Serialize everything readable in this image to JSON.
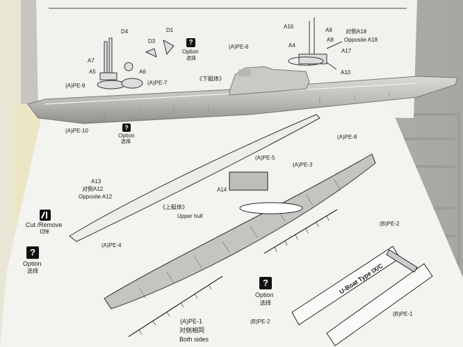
{
  "labels": {
    "d4": "D4",
    "d1": "D1",
    "d3": "D3",
    "a7": "A7",
    "a5": "A5",
    "a6": "A6",
    "pe9": "(A)PE-9",
    "pe7": "(A)PE-7",
    "pe6": "(A)PE-6",
    "option_top": "Option",
    "option_top_cn": "选择",
    "lower_hull_cn": "《下艇体》",
    "a16": "A16",
    "a4": "A4",
    "a9": "A9",
    "a8": "A8",
    "opp_a18_cn": "对侧A18",
    "opp_a18": "Opposite A18",
    "a17": "A17",
    "a10": "A10",
    "pe10": "(A)PE-10",
    "option_mid": "Option",
    "option_mid_cn": "选择",
    "a13": "A13",
    "opp_a12_cn": "对侧A12",
    "opp_a12": "Opposite A12",
    "pe5": "(A)PE-5",
    "pe3": "(A)PE-3",
    "pe8": "(A)PE-8",
    "a14": "A14",
    "upper_hull_cn": "《上艇体》",
    "upper_hull": "Upper hull",
    "cut": "Cut /Remove",
    "cut_cn": "切除",
    "pe4": "(A)PE-4",
    "option_left": "Option",
    "option_left_cn": "选择",
    "option_bottom": "Option",
    "option_bottom_cn": "选择",
    "pe1_a": "(A)PE-1",
    "both_cn": "对侧相同",
    "both": "Both sides",
    "bpe2_top": "(B)PE-2",
    "bpe2_bottom": "(B)PE-2",
    "bpe1": "(B)PE-1",
    "plate": "U-Boat Type IX/C",
    "qmark": "?"
  }
}
